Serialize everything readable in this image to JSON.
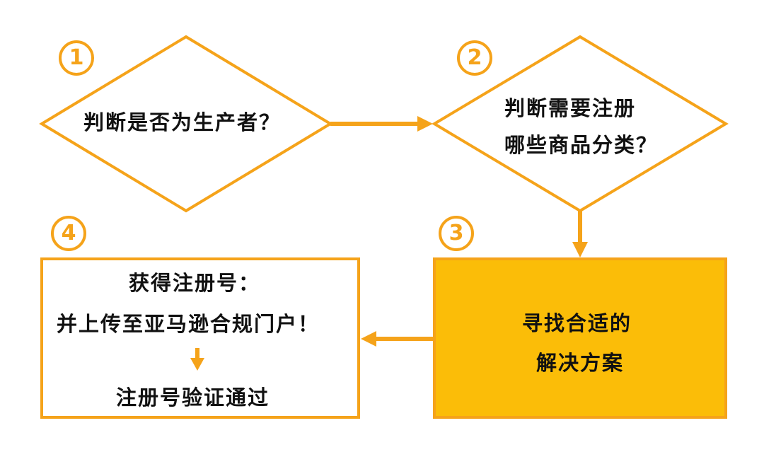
{
  "steps": [
    {
      "number": "1",
      "lines": [
        "判断是否为生产者？"
      ]
    },
    {
      "number": "2",
      "lines": [
        "判断需要注册",
        "哪些商品分类？"
      ]
    },
    {
      "number": "3",
      "lines": [
        "寻找合适的",
        "解决方案"
      ]
    },
    {
      "number": "4",
      "lines": [
        "获得注册号：",
        "并上传至亚马逊合规门户！",
        "注册号验证通过"
      ]
    }
  ],
  "colors": {
    "accent": "#f5a31a",
    "highlight_fill": "#fbbd08",
    "text": "#111111",
    "background": "#ffffff"
  }
}
